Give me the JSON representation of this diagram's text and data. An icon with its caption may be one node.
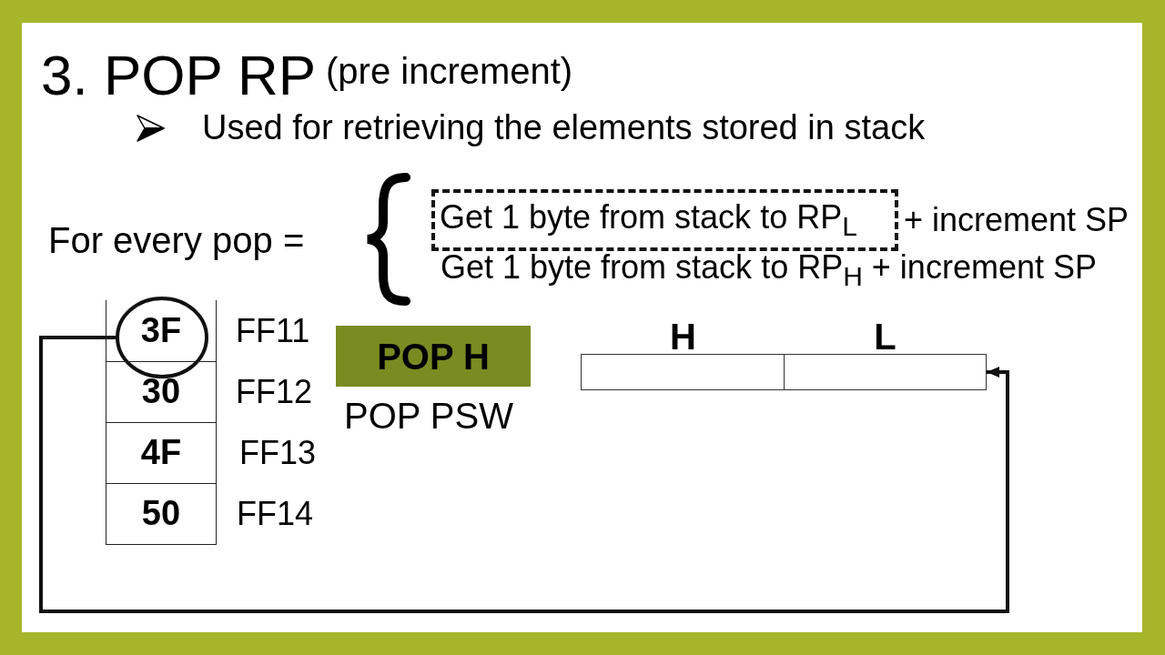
{
  "diagram": {
    "title": "3. POP RP",
    "nodes": [
      {
        "text": [
          "Get 1 byte from stack to RP$_{L}$"
        ],
        "beside": [
          "+ increment SP"
        ]
      },
      {
        "text": [
          "3F"
        ],
        "beside": [
          "FF11"
        ]
      },
      {
        "text": [
          "30"
        ],
        "beside": [
          "FF12"
        ]
      },
      {
        "text": [
          "4F"
        ],
        "beside": [
          "FF13"
        ]
      },
      {
        "text": [
          "50"
        ],
        "beside": [
          "FF14"
        ]
      },
      {
        "text": [],
        "shape": "circle"
      },
      {
        "text": [
          "POP H"
        ]
      },
      {
        "text": [
          "H"
        ]
      },
      {
        "text": [
          "L"
        ]
      }
    ],
    "edges": [
      {
        "from": 5,
        "to": 8,
        "arrow": "to"
      }
    ],
    "labels": [
      "(pre increment)",
      "Used for retrieving the elements stored in stack",
      "For every pop =",
      "Get 1 byte from stack to RP$_{H}$ + increment SP",
      "POP PSW"
    ]
  }
}
